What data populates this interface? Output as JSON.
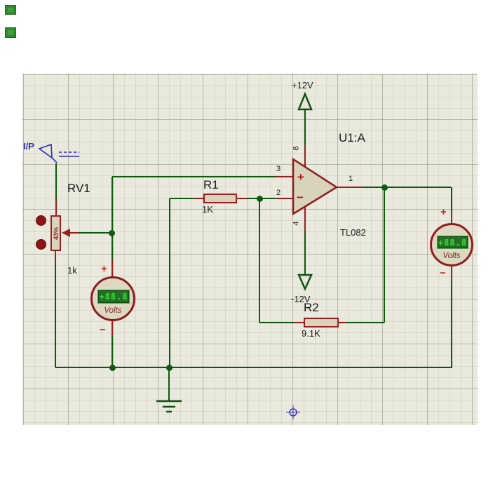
{
  "schematic": {
    "input": {
      "label": "I/P"
    },
    "potentiometer": {
      "ref": "RV1",
      "value": "1k",
      "wiper": "43%"
    },
    "r1": {
      "ref": "R1",
      "value": "1K"
    },
    "r2": {
      "ref": "R2",
      "value": "9.1K"
    },
    "opamp": {
      "ref": "U1:A",
      "part": "TL082",
      "plus": "+",
      "minus": "−",
      "pin_noninv": "3",
      "pin_inv": "2",
      "pin_out": "1",
      "pin_vcc": "8",
      "pin_vee": "4"
    },
    "power": {
      "vcc": "+12V",
      "vee": "-12V"
    },
    "meter_left": {
      "reading": "+88.8",
      "unit": "Volts",
      "plus": "+",
      "minus": "−"
    },
    "meter_right": {
      "reading": "+88.8",
      "unit": "Volts",
      "plus": "+",
      "minus": "−"
    },
    "colors": {
      "wire_green": "#0e5a0e",
      "component_red": "#9c1f1f",
      "component_fill": "#d8d3bb",
      "lcd_green": "#237023",
      "lcd_digits": "#3fdb3f",
      "terminal_blue": "#2b2bbf",
      "grid_bg": "#e9e9de"
    }
  }
}
